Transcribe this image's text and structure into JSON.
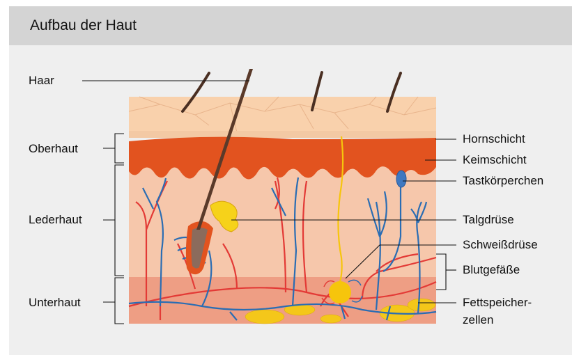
{
  "title": "Aufbau der Haut",
  "labels_left": {
    "hair": "Haar",
    "epidermis": "Oberhaut",
    "dermis": "Lederhaut",
    "subcutis": "Unterhaut"
  },
  "labels_right": {
    "horny_layer": "Hornschicht",
    "germinal_layer": "Keimschicht",
    "touch_corpuscle": "Tastkörperchen",
    "sebaceous_gland": "Talgdrüse",
    "sweat_gland": "Schweißdrüse",
    "blood_vessels": "Blutgefäße",
    "fat_cells_line1": "Fettspeicher-",
    "fat_cells_line2": "zellen"
  }
}
